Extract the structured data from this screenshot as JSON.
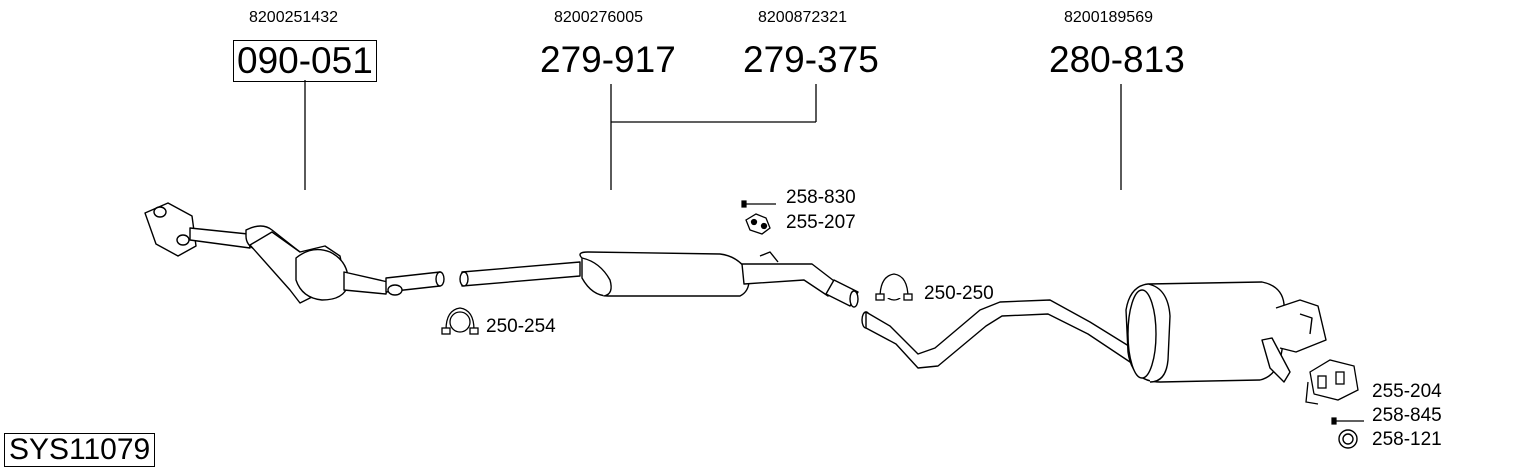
{
  "system_code": "SYS11079",
  "oe_numbers": {
    "front": "8200251432",
    "middle": "8200276005",
    "middle_alt": "8200872321",
    "rear": "8200189569"
  },
  "part_numbers": {
    "front_pipe": "090-051",
    "middle_silencer": "279-917",
    "middle_silencer_alt": "279-375",
    "rear_silencer": "280-813"
  },
  "accessories": {
    "clamp_front": "250-254",
    "bolt_middle": "258-830",
    "rubber_middle": "255-207",
    "clamp_rear": "250-250",
    "rubber_rear": "255-204",
    "bolt_rear": "258-845",
    "ring_rear": "258-121"
  }
}
